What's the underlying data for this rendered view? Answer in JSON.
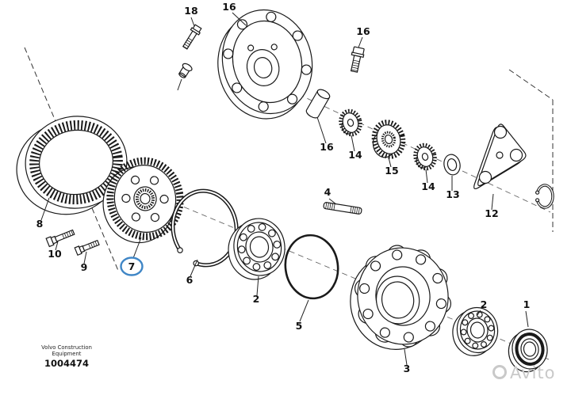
{
  "page": {
    "background": "#ffffff",
    "highlight_color": "#3f86c6",
    "watermark": "Avito"
  },
  "footer": {
    "brand_line1": "Volvo Construction",
    "brand_line2": "Equipment",
    "figure_number": "1004474"
  },
  "callouts": [
    {
      "text": "18",
      "part": "bolt"
    },
    {
      "text": "16",
      "part": "cover-flange"
    },
    {
      "text": "16",
      "part": "bolt"
    },
    {
      "text": "16",
      "part": "shaft-pin"
    },
    {
      "text": "14",
      "part": "pinion-gear"
    },
    {
      "text": "15",
      "part": "sun-gear"
    },
    {
      "text": "14",
      "part": "pinion-gear"
    },
    {
      "text": "13",
      "part": "washer"
    },
    {
      "text": "12",
      "part": "bracket-plate"
    },
    {
      "text": "8",
      "part": "ring-gear"
    },
    {
      "text": "10",
      "part": "bolt"
    },
    {
      "text": "9",
      "part": "bolt"
    },
    {
      "text": "7",
      "part": "planet-carrier-gear",
      "highlighted": true
    },
    {
      "text": "6",
      "part": "retaining-ring"
    },
    {
      "text": "2",
      "part": "bearing"
    },
    {
      "text": "5",
      "part": "o-ring"
    },
    {
      "text": "4",
      "part": "stud"
    },
    {
      "text": "3",
      "part": "hub"
    },
    {
      "text": "2",
      "part": "bearing"
    },
    {
      "text": "1",
      "part": "seal"
    }
  ]
}
